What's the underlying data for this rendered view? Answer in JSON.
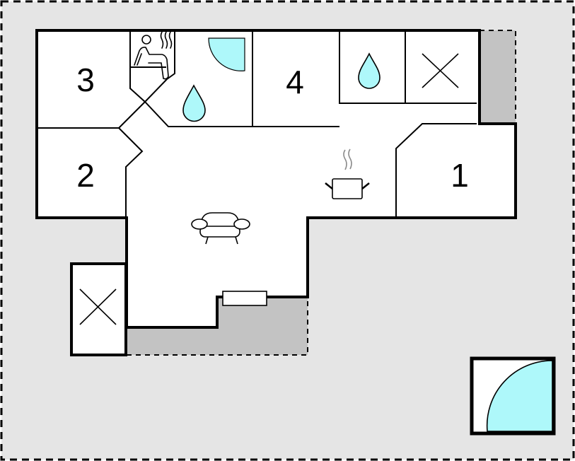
{
  "floor_plan": {
    "colors": {
      "plot_background": "#e5e5e5",
      "room_fill": "#ffffff",
      "terrace_fill": "#c3c3c3",
      "wall": "#000000",
      "water_accent": "#aef8fa",
      "steam": "#8a8a8a"
    },
    "rooms": [
      {
        "id": "room-1",
        "label": "1",
        "type": "bedroom"
      },
      {
        "id": "room-2",
        "label": "2",
        "type": "bedroom"
      },
      {
        "id": "room-3",
        "label": "3",
        "type": "bedroom"
      },
      {
        "id": "room-4",
        "label": "4",
        "type": "bedroom"
      }
    ],
    "icons": [
      {
        "name": "sauna-icon",
        "room": "sauna"
      },
      {
        "name": "shower-icon",
        "room": "bathroom"
      },
      {
        "name": "water-drop-icon",
        "room": "bathroom"
      },
      {
        "name": "water-drop-icon",
        "room": "toilet"
      },
      {
        "name": "cross-storage-icon",
        "room": "utility"
      },
      {
        "name": "cooking-pot-icon",
        "room": "kitchen"
      },
      {
        "name": "armchair-icon",
        "room": "living-room"
      },
      {
        "name": "fireplace-icon",
        "room": "living-room"
      },
      {
        "name": "cross-storage-icon",
        "room": "shed"
      },
      {
        "name": "hot-tub-icon",
        "room": "garden"
      }
    ]
  }
}
